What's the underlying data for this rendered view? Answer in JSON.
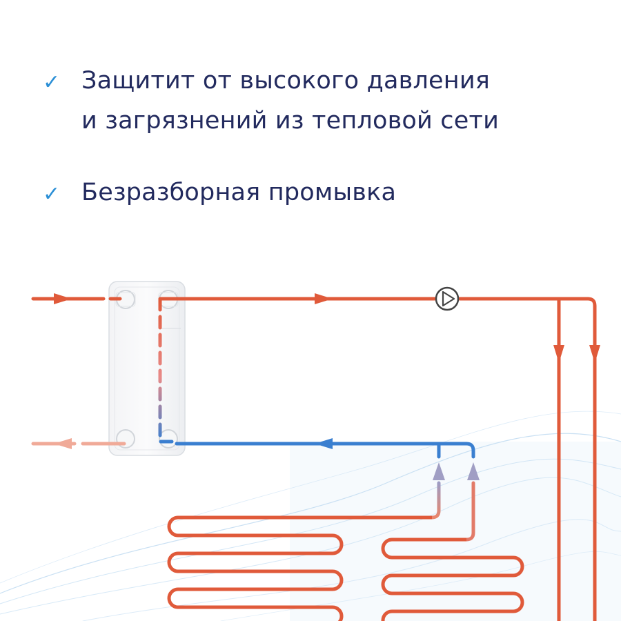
{
  "bullets": [
    {
      "icon": "check-icon",
      "lines": [
        "Защитит от высокого давления",
        "и загрязнений из тепловой сети"
      ]
    },
    {
      "icon": "check-icon",
      "lines": [
        "Безразборная промывка"
      ]
    }
  ],
  "colors": {
    "text": "#222a5e",
    "check": "#2b8fd6",
    "hot_pipe": "#e05a3a",
    "cold_pipe": "#3a7fd0",
    "faded_pipe": "#eeb4a4",
    "wave": "#9cc7ea"
  },
  "icons": {
    "pump": "pump-icon",
    "heat_exchanger": "plate-heat-exchanger-icon",
    "flow_arrow": "arrow-icon"
  }
}
